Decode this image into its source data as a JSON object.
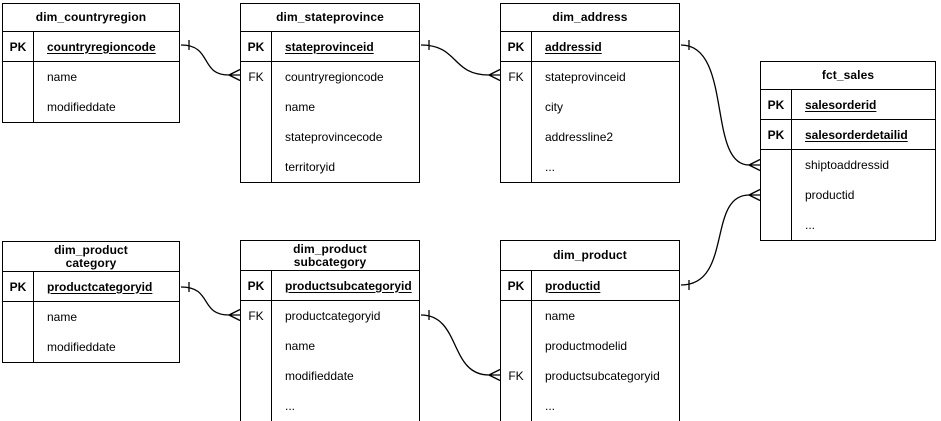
{
  "diagram": {
    "tables": [
      {
        "id": "dim_countryregion",
        "title": "dim_countryregion",
        "rows": [
          {
            "badge": "PK",
            "label": "countryregioncode",
            "pk": true
          },
          {
            "badge": "",
            "label": "name"
          },
          {
            "badge": "",
            "label": "modifieddate"
          }
        ]
      },
      {
        "id": "dim_stateprovince",
        "title": "dim_stateprovince",
        "rows": [
          {
            "badge": "PK",
            "label": "stateprovinceid",
            "pk": true
          },
          {
            "badge": "FK",
            "label": "countryregioncode"
          },
          {
            "badge": "",
            "label": "name"
          },
          {
            "badge": "",
            "label": "stateprovincecode"
          },
          {
            "badge": "",
            "label": "territoryid"
          }
        ]
      },
      {
        "id": "dim_address",
        "title": "dim_address",
        "rows": [
          {
            "badge": "PK",
            "label": "addressid",
            "pk": true
          },
          {
            "badge": "FK",
            "label": "stateprovinceid"
          },
          {
            "badge": "",
            "label": "city"
          },
          {
            "badge": "",
            "label": "addressline2"
          },
          {
            "badge": "",
            "label": "..."
          }
        ]
      },
      {
        "id": "fct_sales",
        "title": "fct_sales",
        "rows": [
          {
            "badge": "PK",
            "label": "salesorderid",
            "pk": true
          },
          {
            "badge": "PK",
            "label": "salesorderdetailid",
            "pk": true
          },
          {
            "badge": "",
            "label": "shiptoaddressid"
          },
          {
            "badge": "",
            "label": "productid"
          },
          {
            "badge": "",
            "label": "..."
          }
        ]
      },
      {
        "id": "dim_productcategory",
        "title": "dim_product\ncategory",
        "rows": [
          {
            "badge": "PK",
            "label": "productcategoryid",
            "pk": true
          },
          {
            "badge": "",
            "label": "name"
          },
          {
            "badge": "",
            "label": "modifieddate"
          }
        ]
      },
      {
        "id": "dim_productsubcategory",
        "title": "dim_product\nsubcategory",
        "rows": [
          {
            "badge": "PK",
            "label": "productsubcategoryid",
            "pk": true
          },
          {
            "badge": "FK",
            "label": "productcategoryid"
          },
          {
            "badge": "",
            "label": "name"
          },
          {
            "badge": "",
            "label": "modifieddate"
          },
          {
            "badge": "",
            "label": "..."
          }
        ]
      },
      {
        "id": "dim_product",
        "title": "dim_product",
        "rows": [
          {
            "badge": "PK",
            "label": "productid",
            "pk": true
          },
          {
            "badge": "",
            "label": "name"
          },
          {
            "badge": "",
            "label": "productmodelid"
          },
          {
            "badge": "FK",
            "label": "productsubcategoryid"
          },
          {
            "badge": "",
            "label": "..."
          }
        ]
      }
    ],
    "relationships": [
      {
        "from": "dim_countryregion.countryregioncode",
        "to": "dim_stateprovince.countryregioncode",
        "cardinality": "one-to-many"
      },
      {
        "from": "dim_stateprovince.stateprovinceid",
        "to": "dim_address.stateprovinceid",
        "cardinality": "one-to-many"
      },
      {
        "from": "dim_address.addressid",
        "to": "fct_sales.shiptoaddressid",
        "cardinality": "one-to-many"
      },
      {
        "from": "dim_product.productid",
        "to": "fct_sales.productid",
        "cardinality": "one-to-many"
      },
      {
        "from": "dim_productcategory.productcategoryid",
        "to": "dim_productsubcategory.productcategoryid",
        "cardinality": "one-to-many"
      },
      {
        "from": "dim_productsubcategory.productsubcategoryid",
        "to": "dim_product.productsubcategoryid",
        "cardinality": "one-to-many"
      }
    ],
    "colors": {
      "line": "#000000",
      "background": "#ffffff",
      "text": "#000000"
    }
  }
}
